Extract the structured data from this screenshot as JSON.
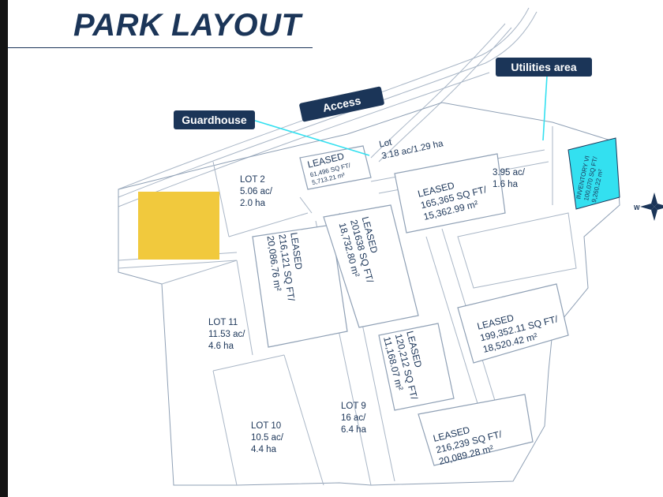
{
  "title": "PARK LAYOUT",
  "callouts": {
    "access": "Access",
    "guardhouse": "Guardhouse",
    "utilities": "Utilities area"
  },
  "colors": {
    "navy": "#1b3558",
    "highlight_cyan": "#33e0f0",
    "placeholder_yellow": "#f1c93d",
    "plan_line": "#a9b6c6"
  },
  "lots": {
    "lot2": [
      "LOT 2",
      "5.06 ac/",
      "2.0 ha"
    ],
    "lot_small": [
      "Lot",
      "3.18 ac/1.29 ha"
    ],
    "lot_395": [
      "3.95 ac/",
      "1.6 ha"
    ],
    "lot11": [
      "LOT 11",
      "11.53 ac/",
      "4.6 ha"
    ],
    "lot10": [
      "LOT 10",
      "10.5 ac/",
      "4.4 ha"
    ],
    "lot9": [
      "LOT 9",
      "16 ac/",
      "6.4 ha"
    ]
  },
  "buildings": {
    "b61496": [
      "LEASED",
      "61,496 SQ FT/",
      "5,713.21 m²"
    ],
    "b165365": [
      "LEASED",
      "165,365 SQ FT/",
      "15,362.99 m²"
    ],
    "b216121": [
      "LEASED",
      "216,121 SQ FT/",
      "20,086.76 m²"
    ],
    "b201638": [
      "LEASED",
      "201638 SQ FT/",
      "18,732.80 m²"
    ],
    "b199352": [
      "LEASED",
      "199,352.11 SQ FT/",
      "18,520.42 m²"
    ],
    "b120212": [
      "LEASED",
      "120,212 SQ FT/",
      "11,168.07 m²"
    ],
    "b216239": [
      "LEASED",
      "216,239 SQ FT/",
      "20,089.28 m²"
    ],
    "inventory": [
      "INVENTORY VI",
      "100,070 SQ FT/",
      "9,260.22 m²"
    ]
  },
  "compass": {
    "west": "W"
  },
  "icons": [
    "compass-rose-icon"
  ]
}
